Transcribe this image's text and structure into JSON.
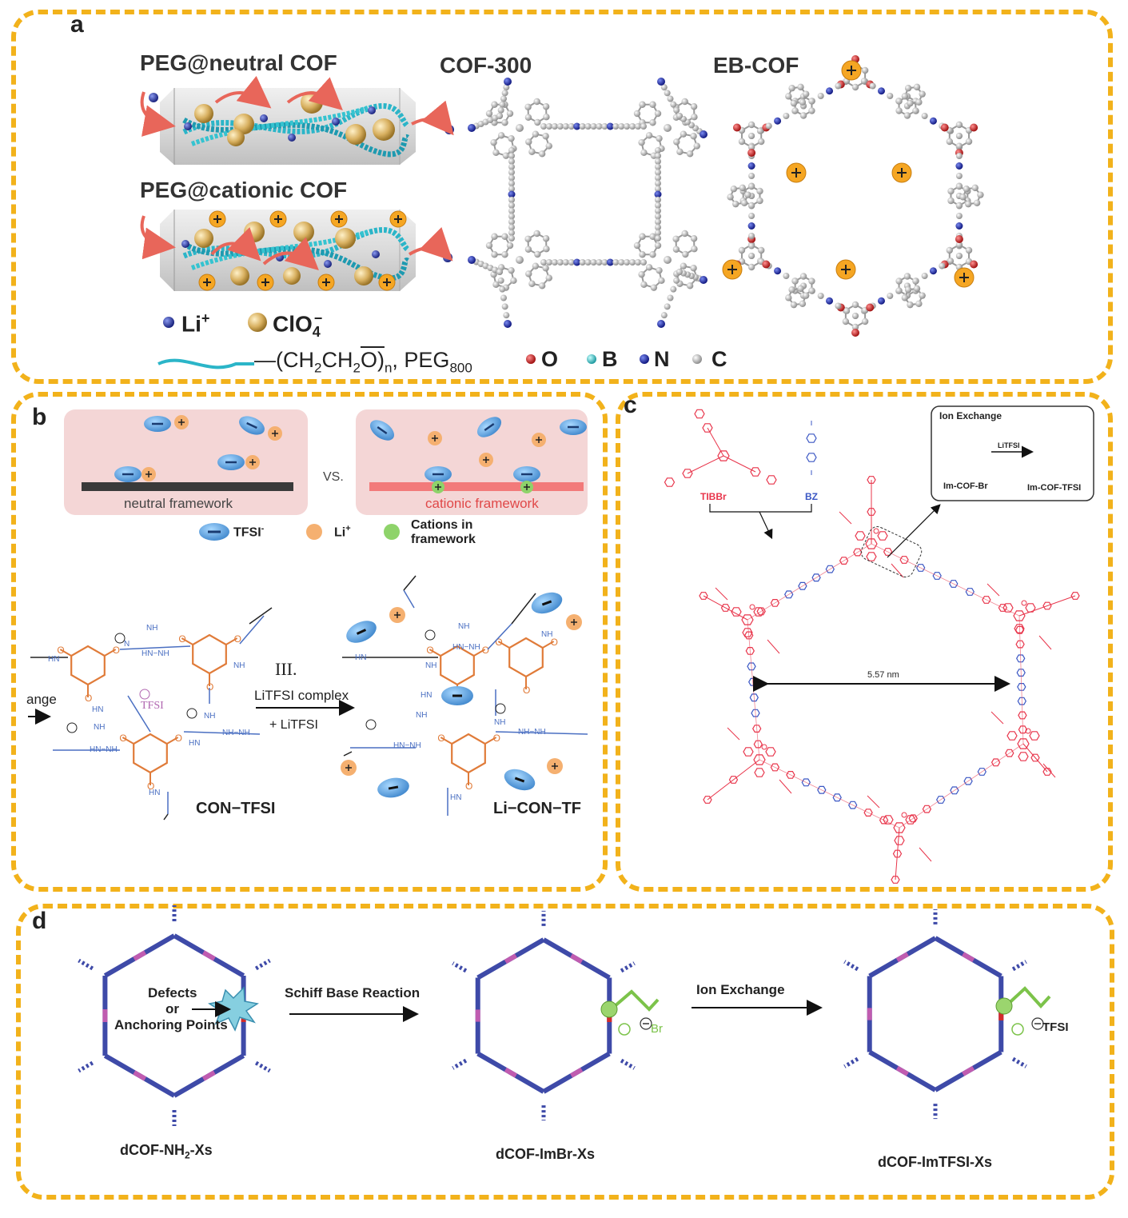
{
  "panel_a": {
    "label": "a",
    "peg_neutral": "PEG@neutral COF",
    "peg_cationic": "PEG@cationic COF",
    "cof300": "COF-300",
    "ebcof": "EB-COF",
    "legend_li": "Li",
    "legend_li_sup": "+",
    "legend_clo": "ClO",
    "legend_clo_sub": "4",
    "legend_clo_sup": "−",
    "peg_formula_main": "—(CH",
    "peg_formula_2": "2",
    "peg_formula_ch": "CH",
    "peg_formula_o": "O)",
    "peg_formula_n": "n",
    "peg_formula_tail": ", PEG",
    "peg_formula_800": "800",
    "atom_O": "O",
    "atom_B": "B",
    "atom_N": "N",
    "atom_C": "C",
    "plus": "+"
  },
  "panel_b": {
    "label": "b",
    "neutral_framework": "neutral framework",
    "cationic_framework": "cationic framework",
    "vs": "VS.",
    "legend_tfsi": "TFSI",
    "legend_tfsi_sup": "-",
    "legend_li": "Li",
    "legend_li_sup": "+",
    "legend_cations_1": "Cations in",
    "legend_cations_2": "framework",
    "step_roman": "III.",
    "step_line1": "LiTFSI complex",
    "step_line2": "+ LiTFSI",
    "ange": "ange",
    "tfsi_label": "TFSI",
    "con_tfsi": "CON−TFSI",
    "li_con_tf": "Li−CON−TF",
    "nh": "NH",
    "hn": "HN",
    "hn_nh": "HN−NH",
    "nh_nh": "NH−NH",
    "o": "O",
    "n": "N"
  },
  "panel_c": {
    "label": "c",
    "tibbr": "TIBBr",
    "bz": "BZ",
    "ion_exchange": "Ion Exchange",
    "litfsi": "LiTFSI",
    "im_cof_br": "Im-COF-Br",
    "im_cof_tfsi": "Im-COF-TFSI",
    "pore_size": "5.57 nm"
  },
  "panel_d": {
    "label": "d",
    "defects_1": "Defects",
    "defects_2": "or",
    "defects_3": "Anchoring Points",
    "schiff": "Schiff Base Reaction",
    "ion_exchange": "Ion Exchange",
    "br": "Br",
    "tfsi": "TFSI",
    "name1_a": "dCOF-NH",
    "name1_sub": "2",
    "name1_b": "-Xs",
    "name2": "dCOF-ImBr-Xs",
    "name3": "dCOF-ImTFSI-Xs"
  },
  "colors": {
    "frame": "#F2B21B",
    "li_ion": "#2B3A9C",
    "clo4": "#D8B060",
    "peg": "#2BB5C8",
    "arrow_red": "#E8665A",
    "cation_orange": "#F5A623",
    "atom_O": "#D22B2B",
    "atom_B": "#3CC6C6",
    "atom_N": "#2233AA",
    "atom_C": "#C8C8C8",
    "tfsi_blue": "#5AA6E0",
    "li_orange": "#F5B070",
    "cation_green": "#8ED36A",
    "struct_orange": "#E07B39",
    "struct_blue": "#4A6FC2",
    "struct_red": "#E8344A",
    "hex_blue": "#3E4AA8",
    "hex_pink": "#C05CB0",
    "im_green": "#7CC34A"
  }
}
